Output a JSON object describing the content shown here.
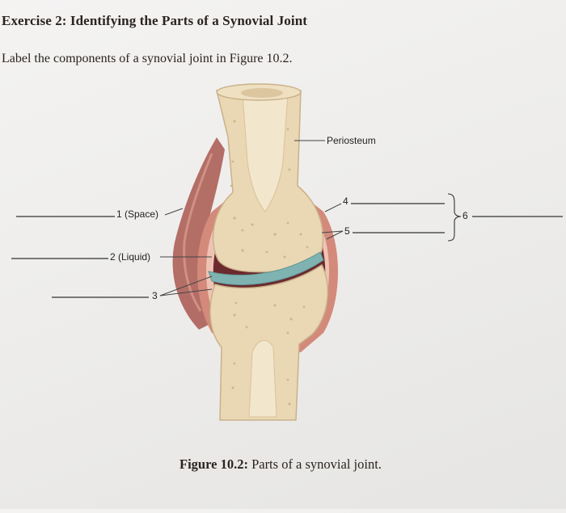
{
  "exercise": {
    "title": "Exercise 2: Identifying the Parts of a Synovial Joint",
    "instruction": "Label the components of a synovial joint in Figure 10.2."
  },
  "figure": {
    "labels": {
      "periosteum": "Periosteum",
      "label_1": "1 (Space)",
      "label_2": "2 (Liquid)",
      "label_3": "3",
      "label_4": "4",
      "label_5": "5",
      "label_6": "6"
    },
    "caption_number": "Figure 10.2:",
    "caption_text": " Parts of a synovial joint."
  },
  "colors": {
    "bone": "#ead7b4",
    "marrow": "#f2e6cc",
    "capsule": "#c9786d",
    "cavity": "#6b2a2e",
    "cartilage": "#7fb3b2",
    "muscle": "#a8574f"
  }
}
